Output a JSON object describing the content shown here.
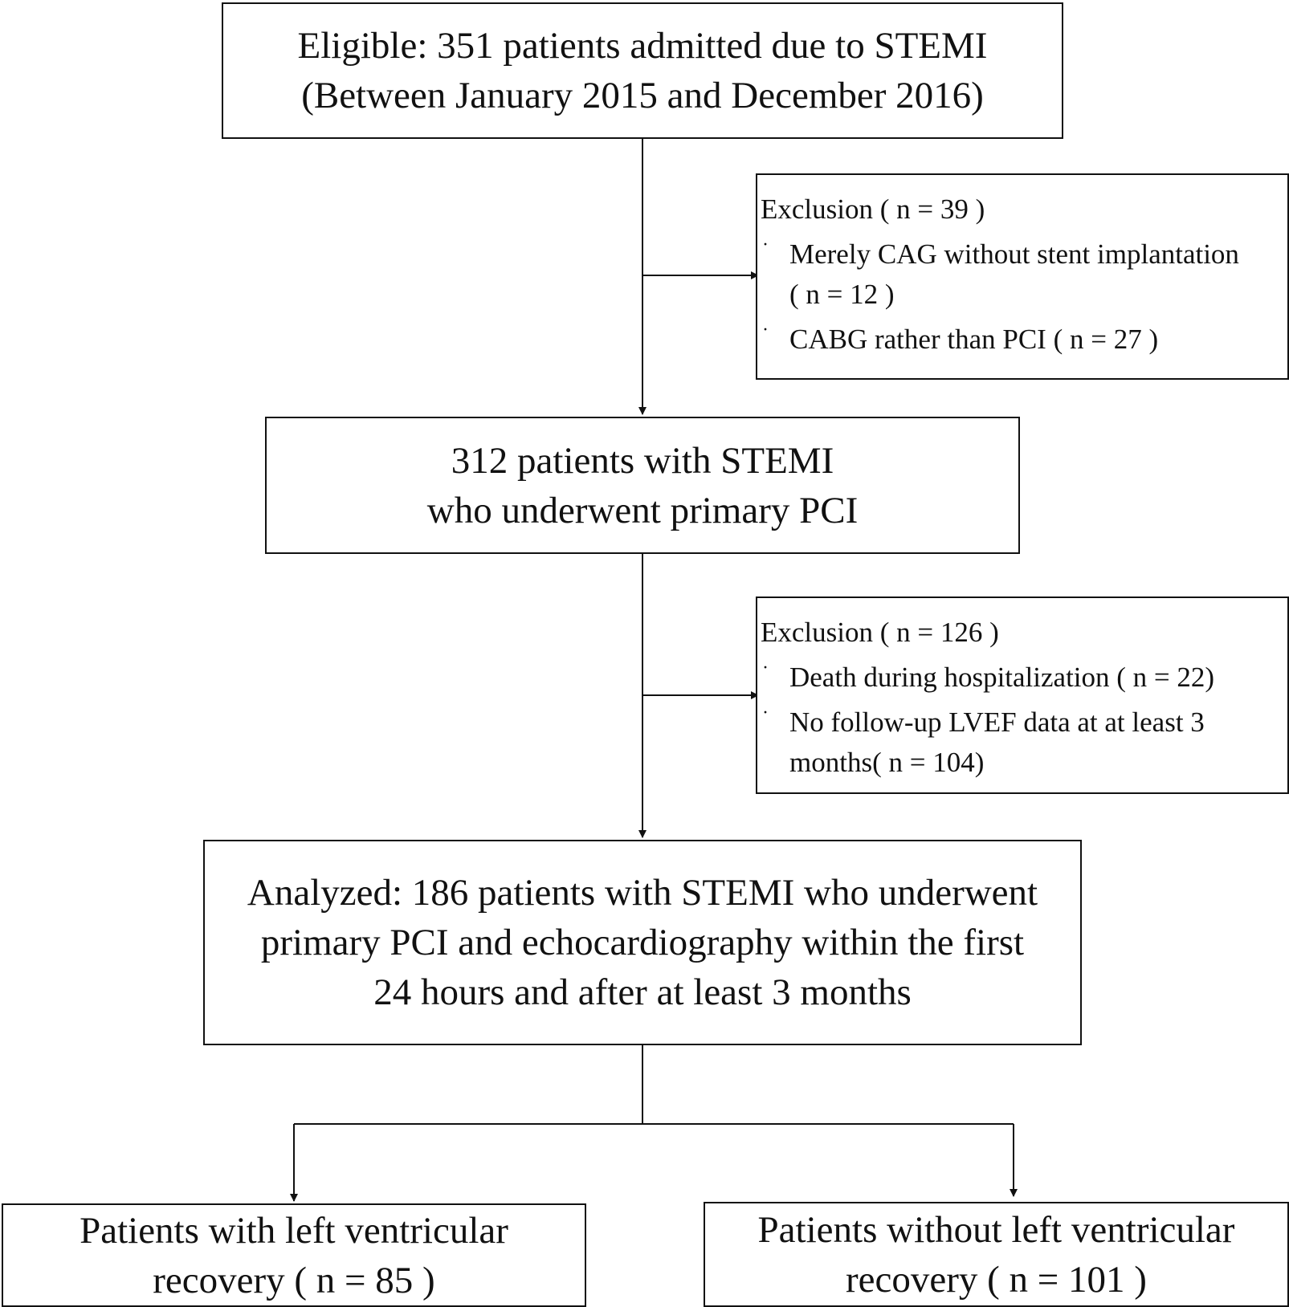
{
  "eligible": {
    "lines": [
      "Eligible: 351 patients admitted due to STEMI",
      "(Between January 2015 and December 2016)"
    ]
  },
  "exclusion_1": {
    "title": "Exclusion ( n = 39 )",
    "items": [
      [
        "Merely CAG without stent implantation",
        "( n = 12 )"
      ],
      [
        "CABG rather than PCI ( n = 27 )"
      ]
    ]
  },
  "primary_pci": {
    "lines": [
      "312 patients with STEMI",
      "who underwent primary PCI"
    ]
  },
  "exclusion_2": {
    "title": "Exclusion ( n = 126 )",
    "items": [
      [
        "Death during hospitalization ( n = 22)"
      ],
      [
        "No follow-up LVEF data at at least 3",
        "months( n = 104)"
      ]
    ]
  },
  "analyzed": {
    "lines": [
      "Analyzed: 186 patients with STEMI who underwent",
      "primary PCI and echocardiography within the first",
      "24 hours and after at least 3 months"
    ]
  },
  "recovery": {
    "lines": [
      "Patients with left ventricular",
      "recovery ( n = 85 )"
    ]
  },
  "no_recovery": {
    "lines": [
      "Patients without left ventricular",
      "recovery ( n = 101 )"
    ]
  },
  "bullet_glyph": "·",
  "colors": {
    "line": "#111111",
    "background": "#ffffff"
  }
}
